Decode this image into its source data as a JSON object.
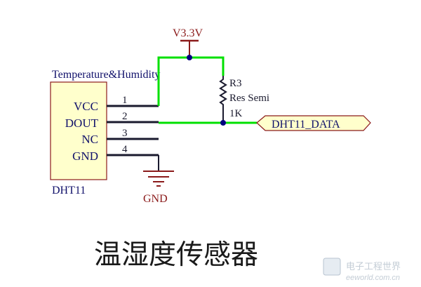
{
  "component": {
    "title": "Temperature&Humidity",
    "designator": "DHT11",
    "pins": [
      {
        "name": "VCC",
        "number": "1"
      },
      {
        "name": "DOUT",
        "number": "2"
      },
      {
        "name": "NC",
        "number": "3"
      },
      {
        "name": "GND",
        "number": "4"
      }
    ]
  },
  "power": {
    "label": "V3.3V"
  },
  "ground": {
    "label": "GND"
  },
  "resistor": {
    "ref": "R3",
    "type": "Res Semi",
    "value": "1K"
  },
  "net_port": {
    "label": "DHT11_DATA"
  },
  "caption": "温湿度传感器",
  "watermark": {
    "cn": "电子工程世界",
    "url": "eeworld.com.cn"
  },
  "colors": {
    "body_fill": "#FFFFCC",
    "body_stroke": "#8B1A1A",
    "wire_green": "#00E000",
    "wire_dark": "#1A1A2E",
    "text_blue": "#10106A",
    "text_red": "#8B1A1A",
    "junction": "#000080"
  }
}
